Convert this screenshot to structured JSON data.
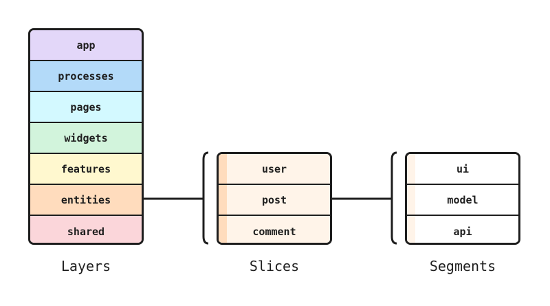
{
  "layers": {
    "label": "Layers",
    "items": [
      {
        "name": "app",
        "color": "#e3d7f9"
      },
      {
        "name": "processes",
        "color": "#b3daf9"
      },
      {
        "name": "pages",
        "color": "#d3f9ff"
      },
      {
        "name": "widgets",
        "color": "#d2f4dc"
      },
      {
        "name": "features",
        "color": "#fff8cf"
      },
      {
        "name": "entities",
        "color": "#ffdcbd"
      },
      {
        "name": "shared",
        "color": "#fbd6da"
      }
    ]
  },
  "slices": {
    "label": "Slices",
    "fill": "#fff4e9",
    "strip": "#ffdcbd",
    "items": [
      "user",
      "post",
      "comment"
    ]
  },
  "segments": {
    "label": "Segments",
    "fill": "#ffffff",
    "strip": "#fff4e9",
    "items": [
      "ui",
      "model",
      "api"
    ]
  },
  "colors": {
    "stroke": "#1e1e1e"
  }
}
